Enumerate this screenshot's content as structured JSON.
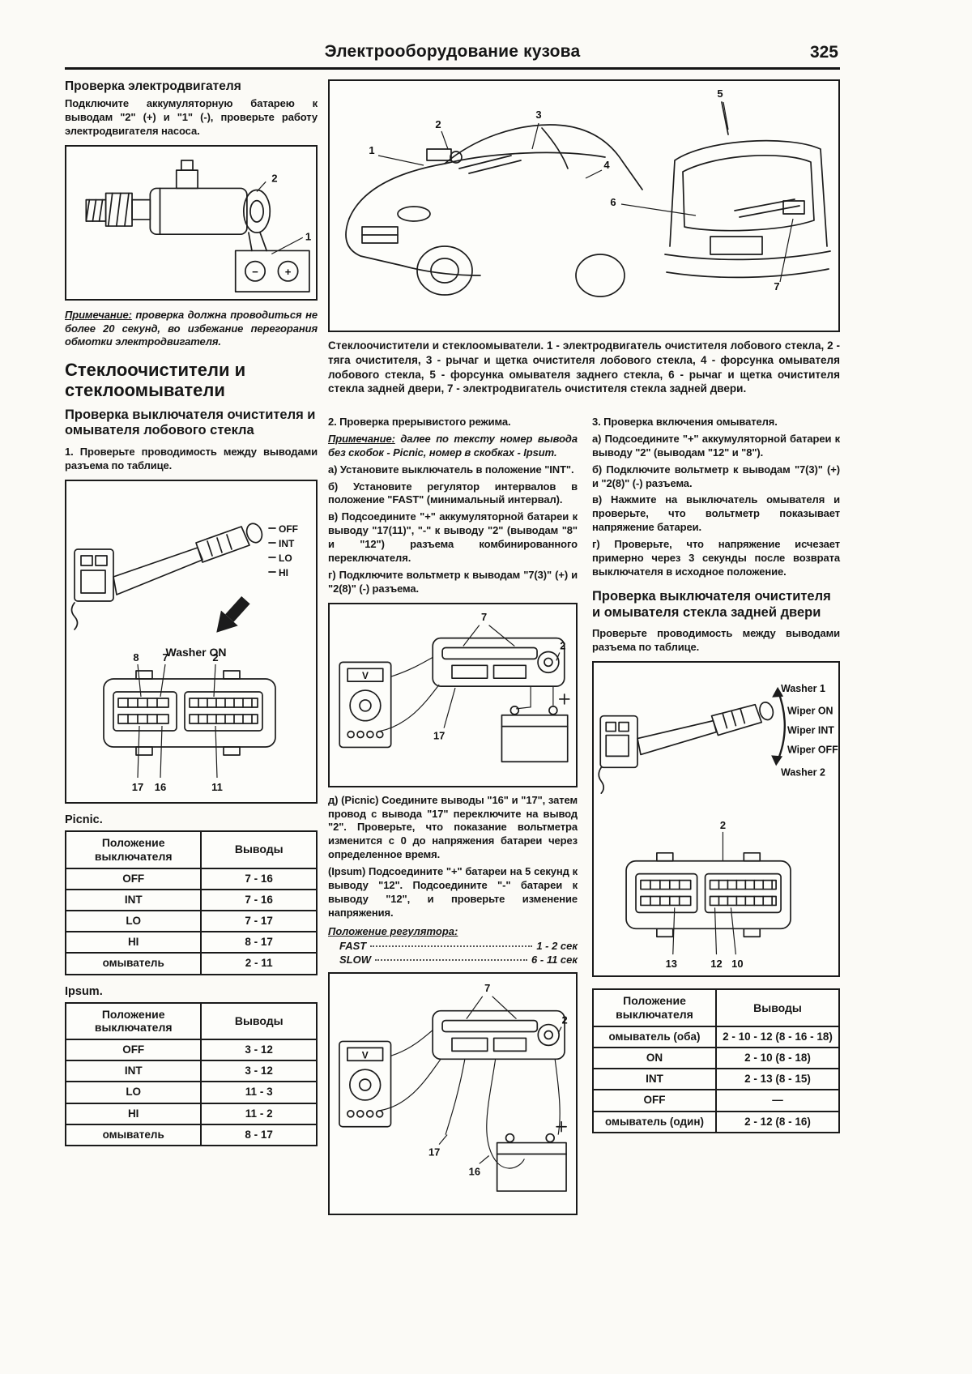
{
  "header": {
    "title": "Электрооборудование кузова",
    "page_number": "325"
  },
  "left_col": {
    "motor_check_title": "Проверка электродвигателя",
    "motor_check_body": "Подключите аккумуляторную батарею к выводам \"2\" (+) и \"1\" (-), проверьте работу электродвигателя насоса.",
    "motor_fig": {
      "label_2": "2",
      "label_1": "1",
      "minus": "−",
      "plus": "+"
    },
    "note_label": "Примечание:",
    "note_body": "проверка должна проводиться не более 20 секунд, во избежание перегорания обмотки электродвигателя.",
    "main_title": "Стеклоочистители и стеклоомыватели",
    "subtitle": "Проверка выключателя очистителя и омывателя лобового стекла",
    "step1": "1. Проверьте проводимость между выводами разъема по таблице.",
    "switch_fig": {
      "positions": [
        "OFF",
        "INT",
        "LO",
        "HI"
      ],
      "washer_label": "Washer ON",
      "pins_top": [
        "8",
        "7",
        "2"
      ],
      "pins_bottom": [
        "17",
        "16",
        "11"
      ]
    },
    "picnic_label": "Picnic.",
    "ipsum_label": "Ipsum.",
    "table_col1": "Положение выключателя",
    "table_col2": "Выводы",
    "picnic_rows": [
      [
        "OFF",
        "7 - 16"
      ],
      [
        "INT",
        "7 - 16"
      ],
      [
        "LO",
        "7 - 17"
      ],
      [
        "HI",
        "8 - 17"
      ],
      [
        "омыватель",
        "2 - 11"
      ]
    ],
    "ipsum_rows": [
      [
        "OFF",
        "3 - 12"
      ],
      [
        "INT",
        "3 - 12"
      ],
      [
        "LO",
        "11 - 3"
      ],
      [
        "HI",
        "11 - 2"
      ],
      [
        "омыватель",
        "8 - 17"
      ]
    ]
  },
  "top_figure": {
    "callouts": [
      "1",
      "2",
      "3",
      "4",
      "5",
      "6",
      "7"
    ],
    "caption": "Стеклоочистители и стеклоомыватели. 1 - электродвигатель очистителя лобового стекла, 2 - тяга очистителя, 3 - рычаг и щетка очистителя лобового стекла, 4 - форсунка омывателя лобового стекла, 5 - форсунка омывателя заднего стекла, 6 - рычаг и щетка очистителя стекла задней двери, 7 - электродвигатель очистителя стекла задней двери."
  },
  "middle_col": {
    "step2_title": "2. Проверка прерывистого режима.",
    "note_label": "Примечание:",
    "note_body": "далее по тексту номер вывода без скобок - Picnic, номер в скобках - Ipsum.",
    "item_a": "а) Установите выключатель в положение \"INT\".",
    "item_b": "б) Установите регулятор интервалов в положение \"FAST\" (минимальный интервал).",
    "item_v": "в) Подсоедините \"+\" аккумуляторной батареи к выводу \"17(11)\", \"-\" к выводу \"2\" (выводам \"8\" и \"12\") разъема комбинированного переключателя.",
    "item_g": "г) Подключите вольтметр к выводам \"7(3)\" (+) и \"2(8)\" (-) разъема.",
    "volt_label": "V",
    "fig1_labels": {
      "l7": "7",
      "l2": "2",
      "l17": "17"
    },
    "item_d": "д) (Picnic) Соедините выводы \"16\" и \"17\", затем провод с вывода \"17\" переключите на вывод \"2\". Проверьте, что показание вольтметра изменится с 0 до напряжения батареи через определенное время.",
    "item_ipsum": "(Ipsum) Подсоедините \"+\" батареи на 5 секунд к выводу \"12\". Подсоедините \"-\" батареи к выводу \"12\", и проверьте изменение напряжения.",
    "regulator_title": "Положение регулятора:",
    "reg_fast_label": "FAST",
    "reg_fast_value": "1 - 2 сек",
    "reg_slow_label": "SLOW",
    "reg_slow_value": "6 - 11 сек",
    "fig2_labels": {
      "l7": "7",
      "l2": "2",
      "l17": "17",
      "l16": "16"
    }
  },
  "right_col": {
    "step3_title": "3. Проверка включения омывателя.",
    "item_a": "а) Подсоедините \"+\" аккумуляторной батареи к выводу \"2\" (выводам \"12\" и \"8\").",
    "item_b": "б) Подключите вольтметр к выводам \"7(3)\" (+) и \"2(8)\" (-) разъема.",
    "item_v": "в) Нажмите на выключатель омывателя и проверьте, что вольтметр показывает напряжение батареи.",
    "item_g": "г) Проверьте, что напряжение исчезает примерно через 3 секунды после возврата выключателя в исходное положение.",
    "rear_title": "Проверка выключателя очистителя и омывателя стекла задней двери",
    "rear_intro": "Проверьте проводимость между выводами разъема по таблице.",
    "rear_fig": {
      "labels": [
        "Washer 1",
        "Wiper ON",
        "Wiper INT",
        "Wiper OFF",
        "Washer 2"
      ],
      "pin_top": "2",
      "pins_bottom": [
        "13",
        "12",
        "10"
      ]
    },
    "table_col1": "Положение выключателя",
    "table_col2": "Выводы",
    "rear_rows": [
      [
        "омыватель (оба)",
        "2 - 10 - 12 (8 - 16 - 18)"
      ],
      [
        "ON",
        "2 - 10 (8 - 18)"
      ],
      [
        "INT",
        "2 - 13 (8 - 15)"
      ],
      [
        "OFF",
        "—"
      ],
      [
        "омыватель (один)",
        "2 - 12 (8 - 16)"
      ]
    ]
  }
}
